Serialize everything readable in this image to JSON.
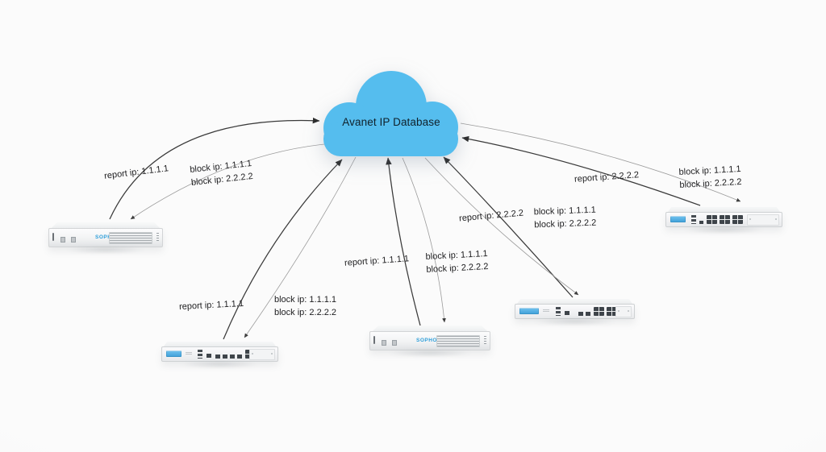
{
  "cloud": {
    "label": "Avanet IP Database",
    "color": "#55bdee"
  },
  "brand": {
    "logo": "SOPHOS",
    "logo_color": "#2f9fda"
  },
  "colors": {
    "report_arrow": "#3a3a3a",
    "block_arrow": "#9b9b9b",
    "background": "#fbfbfb"
  },
  "connections": [
    {
      "position": "left",
      "report": "report ip: 1.1.1.1",
      "block_line1": "block ip: 1.1.1.1",
      "block_line2": "block ip: 2.2.2.2"
    },
    {
      "position": "bottom-left",
      "report": "report ip: 1.1.1.1",
      "block_line1": "block ip: 1.1.1.1",
      "block_line2": "block ip: 2.2.2.2"
    },
    {
      "position": "bottom-center",
      "report": "report ip: 1.1.1.1",
      "block_line1": "block ip: 1.1.1.1",
      "block_line2": "block ip: 2.2.2.2"
    },
    {
      "position": "center-right",
      "report": "report ip: 2.2.2.2",
      "block_line1": "block ip: 1.1.1.1",
      "block_line2": "block ip: 2.2.2.2"
    },
    {
      "position": "right",
      "report": "report ip: 2.2.2.2",
      "block_line1": "block ip: 1.1.1.1",
      "block_line2": "block ip: 2.2.2.2"
    }
  ]
}
